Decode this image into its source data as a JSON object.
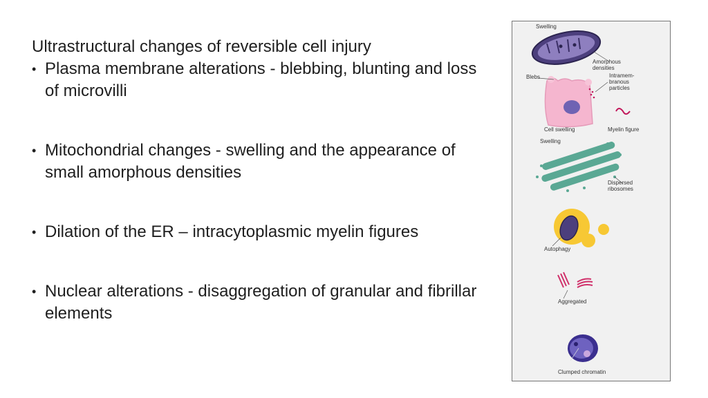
{
  "slide": {
    "heading": "Ultrastructural changes of reversible cell injury",
    "bullets": [
      {
        "text": "Plasma membrane alterations - blebbing, blunting and loss of microvilli"
      },
      {
        "text": "Mitochondrial changes - swelling and the appearance of small amorphous densities"
      },
      {
        "text": "Dilation of the ER – intracytoplasmic myelin figures"
      },
      {
        "text": "Nuclear alterations - disaggregation of granular and fibrillar elements"
      }
    ],
    "bullet_symbol": "•"
  },
  "figure": {
    "panels": [
      {
        "labels": [
          "Swelling",
          "Amorphous\ndensities"
        ]
      },
      {
        "labels": [
          "Blebs",
          "Intramem-\nbranous\nparticles",
          "Cell swelling",
          "Myelin figure"
        ]
      },
      {
        "labels": [
          "Swelling",
          "Dispersed\nribosomes"
        ]
      },
      {
        "labels": [
          "Autophagy"
        ]
      },
      {
        "labels": [
          "Aggregated"
        ]
      },
      {
        "labels": [
          "Clumped chromatin"
        ]
      }
    ],
    "colors": {
      "mitochondria": "#6b5b9a",
      "cell_pink": "#f4b8cf",
      "er_green": "#5aa894",
      "autophagy_yellow": "#f7c834",
      "myelin_magenta": "#d0306a",
      "nucleus_blue": "#3b2f8f"
    }
  }
}
